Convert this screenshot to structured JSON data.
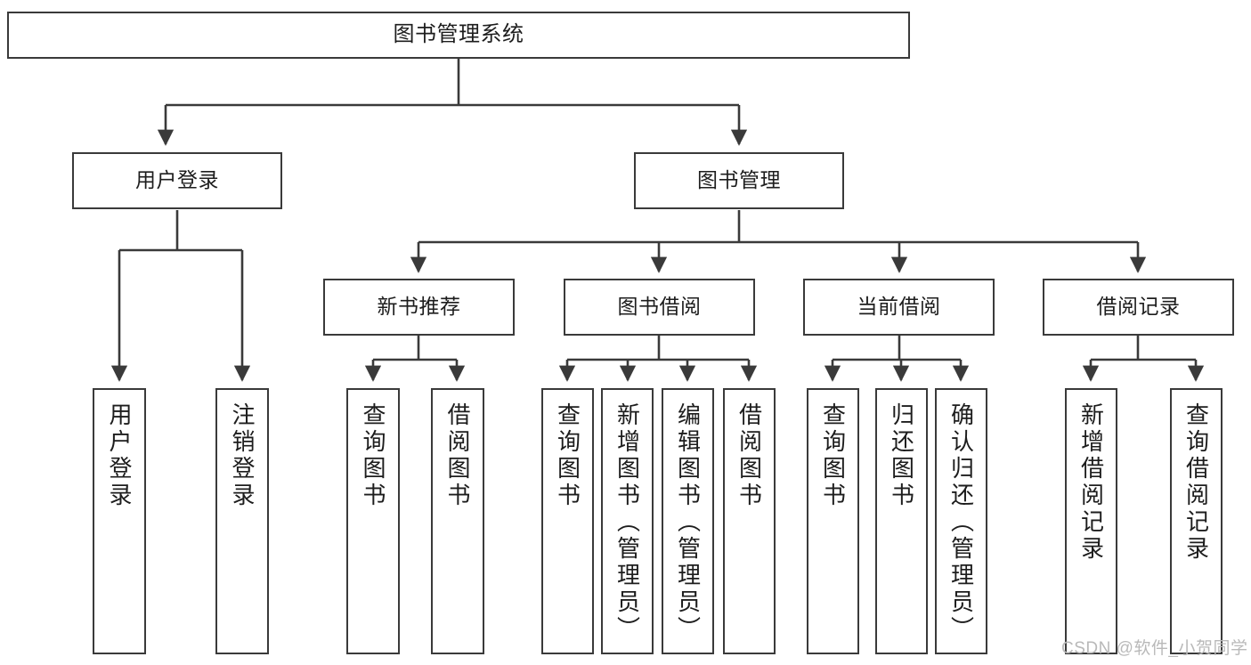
{
  "diagram": {
    "type": "tree-hierarchy-chart",
    "title": "图书管理系统",
    "colors": {
      "box_border": "#3a3a3a",
      "box_fill": "#ffffff",
      "line": "#3a3a3a",
      "text": "#1d1d1d",
      "watermark": "#b9b9b9"
    },
    "levels": {
      "root": {
        "label": "图书管理系统"
      },
      "level2": [
        {
          "label": "用户登录"
        },
        {
          "label": "图书管理"
        }
      ],
      "level3": [
        {
          "label": "新书推荐"
        },
        {
          "label": "图书借阅"
        },
        {
          "label": "当前借阅"
        },
        {
          "label": "借阅记录"
        }
      ],
      "leaves": {
        "user_login": [
          {
            "label": "用户登录"
          },
          {
            "label": "注销登录"
          }
        ],
        "new_book_recommend": [
          {
            "label": "查询图书"
          },
          {
            "label": "借阅图书"
          }
        ],
        "book_borrow": [
          {
            "label": "查询图书"
          },
          {
            "label": "新增图书（管理员）"
          },
          {
            "label": "编辑图书（管理员）"
          },
          {
            "label": "借阅图书"
          }
        ],
        "current_borrow": [
          {
            "label": "查询图书"
          },
          {
            "label": "归还图书"
          },
          {
            "label": "确认归还（管理员）"
          }
        ],
        "borrow_record": [
          {
            "label": "新增借阅记录"
          },
          {
            "label": "查询借阅记录"
          }
        ]
      }
    },
    "watermark": "CSDN @软件_小贺同学"
  }
}
